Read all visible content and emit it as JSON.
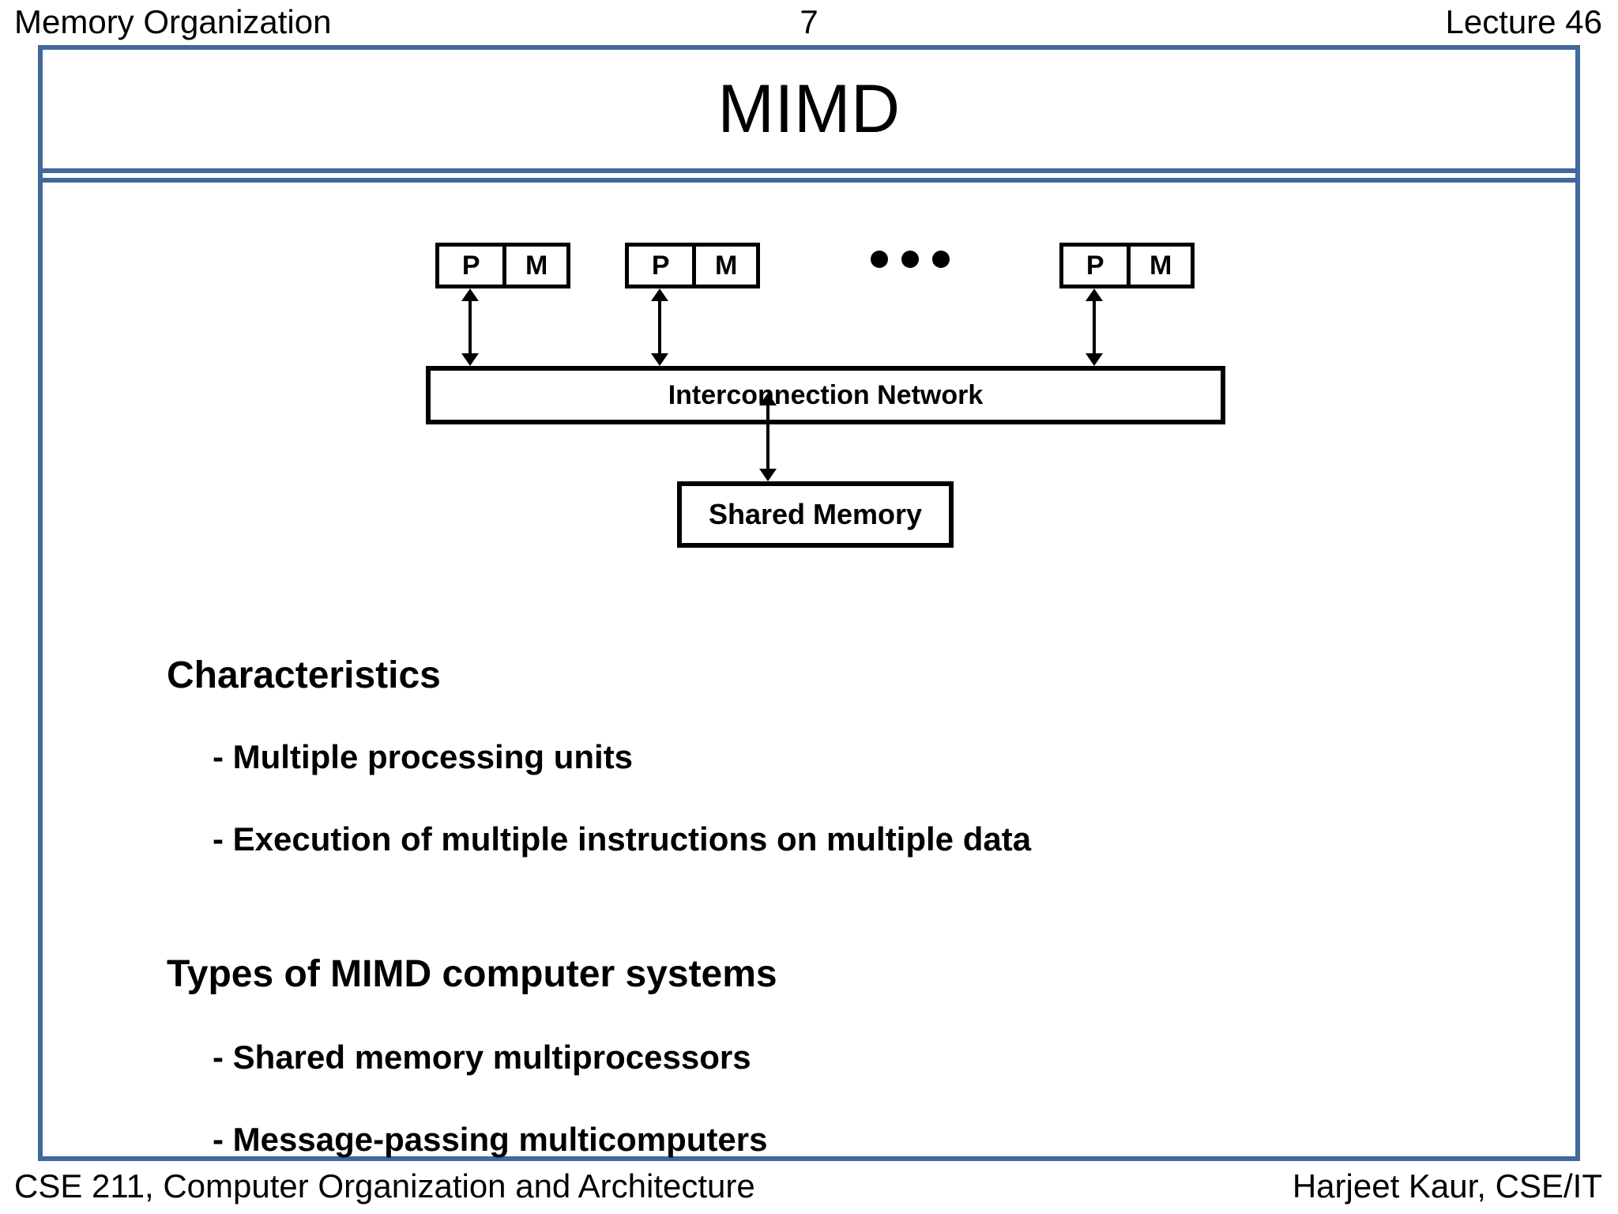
{
  "header": {
    "left": "Memory Organization",
    "page_number": "7",
    "right": "Lecture 46"
  },
  "slide": {
    "title": "MIMD",
    "frame_color": "#41699B"
  },
  "diagram": {
    "nodes": [
      {
        "processor": "P",
        "memory": "M"
      },
      {
        "processor": "P",
        "memory": "M"
      },
      {
        "processor": "P",
        "memory": "M"
      }
    ],
    "ellipsis": "• • •",
    "interconnect_label": "Interconnection Network",
    "shared_memory_label": "Shared Memory"
  },
  "content": {
    "characteristics_heading": "Characteristics",
    "characteristics_bullets": [
      "- Multiple processing units",
      "- Execution of  multiple instructions on multiple data"
    ],
    "types_heading": "Types of MIMD computer systems",
    "types_bullets": [
      "- Shared memory multiprocessors",
      "- Message-passing multicomputers"
    ]
  },
  "footer": {
    "left": "CSE 211, Computer Organization and Architecture",
    "right": "Harjeet Kaur, CSE/IT"
  }
}
